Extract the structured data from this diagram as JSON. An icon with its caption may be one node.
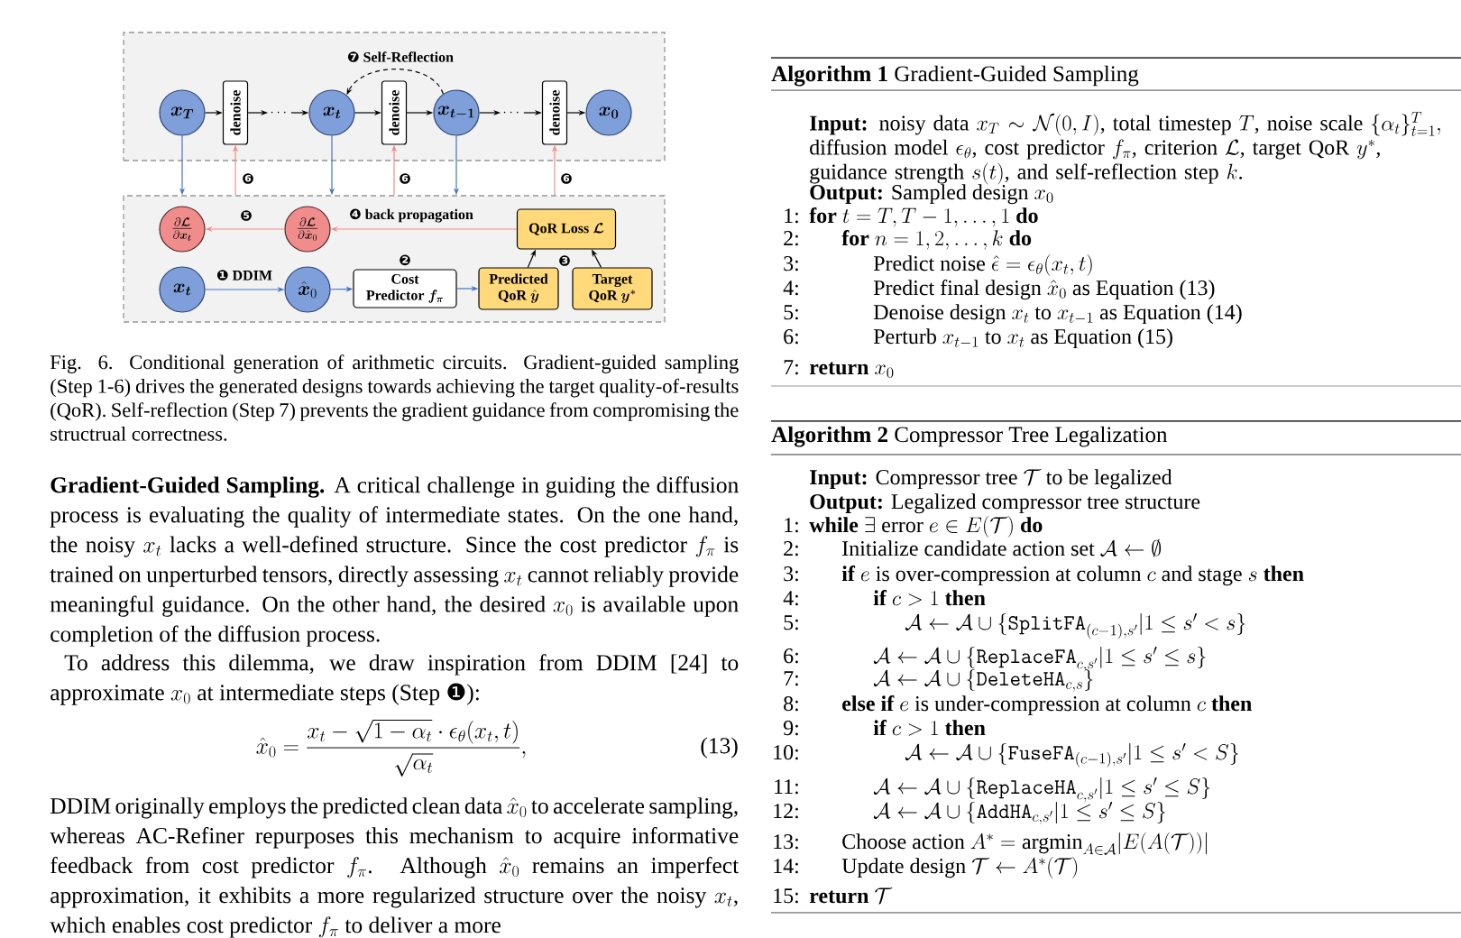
{
  "diagram": {
    "caption": "Fig. 6. Conditional generation of arithmetic circuits. Gradient-guided sampling (Step 1-6) drives the generated designs towards achieving the target quality-of-results (QoR). Self-reflection (Step 7) prevents the gradient guidance from compromising the structrual correctness.",
    "nodes": [
      {
        "text": [],
        "shape": "box"
      },
      {
        "text": [
          "\\boldsymbol{x_T}"
        ],
        "in": 0
      },
      {
        "text": [
          "denoise"
        ],
        "in": 0
      },
      {
        "text": [
          "\\cdots"
        ],
        "in": 0
      },
      {
        "text": [
          "\\boldsymbol{x_t}"
        ],
        "in": 0
      },
      {
        "text": [
          "denoise"
        ],
        "in": 0
      },
      {
        "text": [
          "\\boldsymbol{x_{t-1}}"
        ],
        "in": 0
      },
      {
        "text": [
          "\\cdots"
        ],
        "in": 0
      },
      {
        "text": [
          "denoise"
        ],
        "in": 0
      },
      {
        "text": [
          "\\boldsymbol{x_0}"
        ],
        "in": 0
      },
      {
        "text": [],
        "shape": "box"
      },
      {
        "text": [
          "\\frac{\\partial\\boldsymbol{\\mathcal{L}}}{\\partial\\boldsymbol{x_t}}"
        ],
        "in": 10
      },
      {
        "text": [
          "\\frac{\\partial\\boldsymbol{\\mathcal{L}}}{\\partial\\hat{\\boldsymbol{x}}_0}"
        ],
        "in": 10
      },
      {
        "text": [
          "\\textbf{QoR Loss}\\ \\boldsymbol{\\mathcal{L}}"
        ],
        "in": 10
      },
      {
        "text": [
          "\\boldsymbol{x_t}"
        ],
        "in": 10
      },
      {
        "text": [
          "\\hat{\\boldsymbol{x}}_0"
        ],
        "in": 10
      },
      {
        "text": [
          "\\begin{array}{c}\\textbf{Cost}\\\\ \\textbf{Predictor}\\ \\boldsymbol{f_{\\pi}}\\end{array}"
        ],
        "in": 10,
        "beside": [
          "❷"
        ]
      },
      {
        "text": [
          "\\begin{array}{c}\\textbf{Predicted}\\\\ \\textbf{QoR}\\ \\hat{\\boldsymbol{y}}\\end{array}"
        ],
        "in": 10
      },
      {
        "text": [
          "\\begin{array}{c}\\textbf{Target}\\\\ \\textbf{QoR}\\ \\boldsymbol{y^{*}}\\end{array}"
        ],
        "in": 10
      }
    ],
    "edges": [
      {
        "from": 1,
        "to": 2,
        "arrow": "to"
      },
      {
        "from": 2,
        "to": 3,
        "arrow": "to"
      },
      {
        "from": 3,
        "to": 4,
        "arrow": "to"
      },
      {
        "from": 4,
        "to": 5,
        "arrow": "to"
      },
      {
        "from": 5,
        "to": 6,
        "arrow": "to"
      },
      {
        "from": 6,
        "to": 7,
        "arrow": "to"
      },
      {
        "from": 7,
        "to": 8,
        "arrow": "to"
      },
      {
        "from": 8,
        "to": 9,
        "arrow": "to"
      },
      {
        "from": 6,
        "to": 4,
        "arrow": "to",
        "style": "dashed",
        "label": "❼ Self-Reflection"
      },
      {
        "from": 1,
        "to": 10,
        "arrow": "to",
        "color": "#4472c4"
      },
      {
        "from": 4,
        "to": 10,
        "arrow": "to",
        "color": "#4472c4"
      },
      {
        "from": 6,
        "to": 10,
        "arrow": "to",
        "color": "#4472c4"
      },
      {
        "from": 10,
        "to": 2,
        "arrow": "to",
        "color": "#f08c8c",
        "label": "❻"
      },
      {
        "from": 10,
        "to": 5,
        "arrow": "to",
        "color": "#f08c8c",
        "label": "❻"
      },
      {
        "from": 10,
        "to": 8,
        "arrow": "to",
        "color": "#f08c8c",
        "label": "❻"
      },
      {
        "from": 13,
        "to": 12,
        "arrow": "to",
        "color": "#f08c8c",
        "label": "❹ back propagation"
      },
      {
        "from": 12,
        "to": 11,
        "arrow": "to",
        "color": "#f08c8c",
        "label": "❺"
      },
      {
        "from": 14,
        "to": 15,
        "arrow": "to",
        "color": "#4472c4",
        "label": "❶ DDIM"
      },
      {
        "from": 15,
        "to": 16,
        "arrow": "to",
        "color": "#4472c4"
      },
      {
        "from": 16,
        "to": 17,
        "arrow": "to",
        "color": "#4472c4"
      },
      {
        "from": 17,
        "to": 13,
        "arrow": "to"
      },
      {
        "from": 18,
        "to": 13,
        "arrow": "to"
      }
    ],
    "labels": [
      "❸",
      "**Gradient-Guided Sampling.** A critical challenge in guiding the diffusion process is evaluating the quality of intermediate states. On the one hand, the noisy",
      "x_t",
      "lacks a well-defined structure. Since the cost predictor",
      "f_\\pi",
      "is trained on unperturbed tensors, directly assessing",
      "x_t",
      "cannot reliably provide meaningful guidance. On the other hand, the desired",
      "x_0",
      "is available upon completion of the diffusion process.",
      "To address this dilemma, we draw inspiration from DDIM [24] to approximate",
      "x_0",
      "at intermediate steps (Step ❶):",
      "\\hat{x}_0 = \\frac{x_t - \\sqrt{1-\\alpha_t}\\cdot\\epsilon_\\theta(x_t,t)}{\\sqrt{\\alpha_t}},",
      "(13)",
      "DDIM originally employs the predicted clean data",
      "\\hat{x}_0",
      "to accelerate sampling, whereas AC-Refiner repurposes this mechanism to acquire informative feedback from cost predictor",
      "f_\\pi",
      ". Although",
      "\\hat{x}_0",
      "remains an imperfect approximation, it exhibits a more regularized structure over the noisy",
      "x_t",
      ", which enables cost predictor",
      "f_\\pi",
      "to deliver a more",
      "**Algorithm 1** Gradient-Guided Sampling",
      "**Input:** noisy data",
      "x_T \\sim \\mathcal{N}(0, I)",
      ", total timestep",
      "T",
      ", noise scale",
      "\\{\\alpha_t\\}_{t=1}^{T},",
      "diffusion model",
      "\\epsilon_\\theta",
      ", cost predictor",
      "f_\\pi",
      ", criterion",
      "\\mathcal{L}",
      ", target QoR",
      "y^*",
      ", guidance strength",
      "s(t)",
      ", and self-reflection step",
      "k",
      ".",
      "**Output:** Sampled design",
      "x_0",
      "1:",
      "\\textbf{for}\\ t = T, T-1, \\ldots, 1\\ \\textbf{do}",
      "2:",
      "\\textbf{for}\\ n = 1, 2, \\ldots, k\\ \\textbf{do}",
      "3:",
      "\\text{Predict noise}\\ \\hat{\\epsilon} = \\epsilon_\\theta(x_t, t)",
      "4:",
      "\\text{Predict final design}\\ \\hat{x}_0\\ \\text{as Equation (13)}",
      "5:",
      "\\text{Denoise design}\\ x_t\\ \\text{to}\\ x_{t-1}\\ \\text{as Equation (14)}",
      "6:",
      "\\text{Perturb}\\ x_{t-1}\\ \\text{to}\\ x_t\\ \\text{as Equation (15)}",
      "7:",
      "\\textbf{return}\\ x_0",
      "**Algorithm 2** Compressor Tree Legalization",
      "**Input:** Compressor tree",
      "\\mathcal{T}",
      "to be legalized",
      "**Output:** Legalized compressor tree structure",
      "1:",
      "\\textbf{while}\\ \\exists\\ \\text{error}\\ e \\in E(\\mathcal{T})\\ \\textbf{do}",
      "2:",
      "\\text{Initialize candidate action set}\\ \\mathcal{A} \\leftarrow \\emptyset",
      "3:",
      "\\textbf{if}\\ e\\ \\text{is over-compression at column}\\ c\\ \\text{and stage}\\ s\\ \\textbf{then}",
      "4:",
      "\\textbf{if}\\ c > 1\\ \\textbf{then}",
      "5:",
      "\\mathcal{A} \\leftarrow \\mathcal{A} \\cup \\{\\texttt{SplitFA}_{(c-1),s'} | 1 \\le s' < s\\}",
      "6:",
      "\\mathcal{A} \\leftarrow \\mathcal{A} \\cup \\{\\texttt{ReplaceFA}_{c,s'} | 1 \\le s' \\le s\\}",
      "7:",
      "\\mathcal{A} \\leftarrow \\mathcal{A} \\cup \\{\\texttt{DeleteHA}_{c,s}\\}",
      "8:",
      "\\textbf{else if}\\ e\\ \\text{is under-compression at column}\\ c\\ \\textbf{then}",
      "9:",
      "\\textbf{if}\\ c > 1\\ \\textbf{then}",
      "10:",
      "\\mathcal{A} \\leftarrow \\mathcal{A} \\cup \\{\\texttt{FuseFA}_{(c-1),s'} | 1 \\le s' < S\\}",
      "11:",
      "\\mathcal{A} \\leftarrow \\mathcal{A} \\cup \\{\\texttt{ReplaceHA}_{c,s'} | 1 \\le s' \\le S\\}",
      "12:",
      "\\mathcal{A} \\leftarrow \\mathcal{A} \\cup \\{\\texttt{AddHA}_{c,s'} | 1 \\le s' \\le S\\}",
      "13:",
      "\\text{Choose action}\\ A^* = \\text{argmin}_{A\\in\\mathcal{A}} |E(A(\\mathcal{T}))|",
      "14:",
      "\\text{Update design}\\ \\mathcal{T} \\leftarrow A^*(\\mathcal{T})",
      "15:",
      "\\textbf{return}\\ \\mathcal{T}"
    ]
  }
}
